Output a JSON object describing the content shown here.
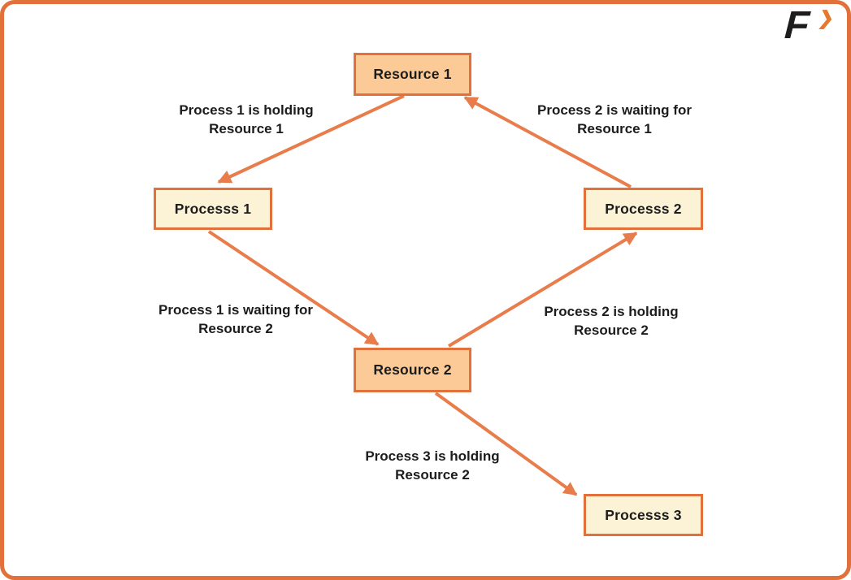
{
  "page": {
    "background": "#FFFFFF",
    "border_color": "#E2703A"
  },
  "logo": {
    "letter": "F",
    "chevron": "❯",
    "letter_color": "#1D1D1D",
    "chevron_color": "#E8772E"
  },
  "colors": {
    "arrow": "#E87C4B",
    "box_border": "#E2703A",
    "resource_fill": "#FBCA96",
    "process_fill": "#FCF3D6",
    "text": "#1C1C1C"
  },
  "nodes": [
    {
      "id": "resource1",
      "label": "Resource 1",
      "kind": "resource"
    },
    {
      "id": "process1",
      "label": "Processs 1",
      "kind": "process"
    },
    {
      "id": "process2",
      "label": "Processs 2",
      "kind": "process"
    },
    {
      "id": "resource2",
      "label": "Resource 2",
      "kind": "resource"
    },
    {
      "id": "process3",
      "label": "Processs 3",
      "kind": "process"
    }
  ],
  "edges": [
    {
      "from": "Resource 1",
      "to": "Processs 1",
      "label_line1": "Process 1 is holding",
      "label_line2": "Resource 1"
    },
    {
      "from": "Processs 2",
      "to": "Resource 1",
      "label_line1": "Process 2 is waiting for",
      "label_line2": "Resource 1"
    },
    {
      "from": "Processs 1",
      "to": "Resource 2",
      "label_line1": "Process 1 is waiting for",
      "label_line2": "Resource 2"
    },
    {
      "from": "Resource 2",
      "to": "Processs 2",
      "label_line1": "Process 2 is holding",
      "label_line2": "Resource 2"
    },
    {
      "from": "Resource 2",
      "to": "Processs 3",
      "label_line1": "Process 3 is holding",
      "label_line2": "Resource 2"
    }
  ]
}
